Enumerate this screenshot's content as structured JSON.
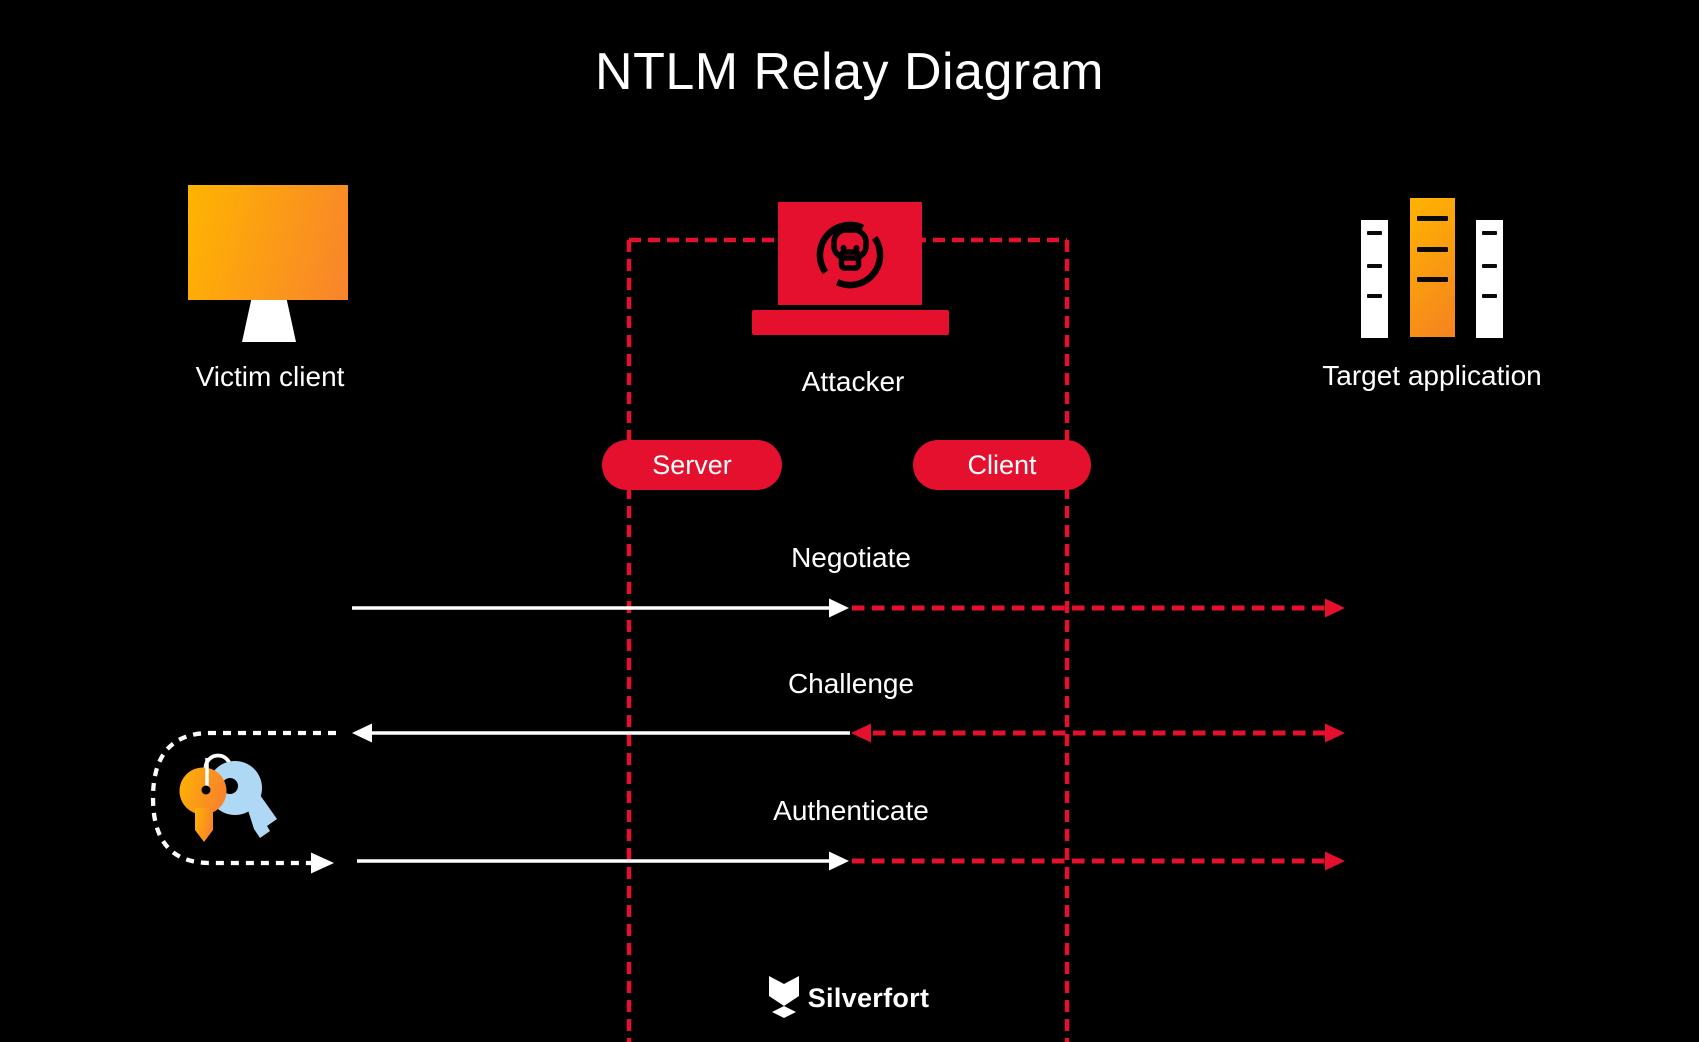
{
  "title": "NTLM Relay Diagram",
  "nodes": {
    "victim": {
      "label": "Victim client",
      "icon": "monitor-icon"
    },
    "attacker": {
      "label": "Attacker",
      "icon": "skull-laptop-icon"
    },
    "target": {
      "label": "Target application",
      "icon": "server-rack-icon"
    }
  },
  "role_badges": {
    "server": "Server",
    "client": "Client"
  },
  "messages": [
    {
      "label": "Negotiate",
      "white_arrow": "points-right",
      "red_dotted_arrow": "points-right"
    },
    {
      "label": "Challenge",
      "white_arrow": "points-left",
      "red_dotted_arrow": "points-left-and-right"
    },
    {
      "label": "Authenticate",
      "white_arrow": "points-right",
      "red_dotted_arrow": "points-right"
    }
  ],
  "relay_loop": {
    "description": "dashed-loop-from-challenge-to-authenticate",
    "icons": [
      "orange-key-icon",
      "blue-key-icon",
      "key-ring-icon"
    ]
  },
  "footer": {
    "brand": "Silverfort",
    "icon": "silverfort-chevron-icon"
  },
  "colors": {
    "background": "#000000",
    "red": "#E5102D",
    "white": "#FFFFFF",
    "orange_gradient_start": "#FFB400",
    "orange_gradient_end": "#F8842C",
    "key_blue": "#AFD8F4"
  }
}
